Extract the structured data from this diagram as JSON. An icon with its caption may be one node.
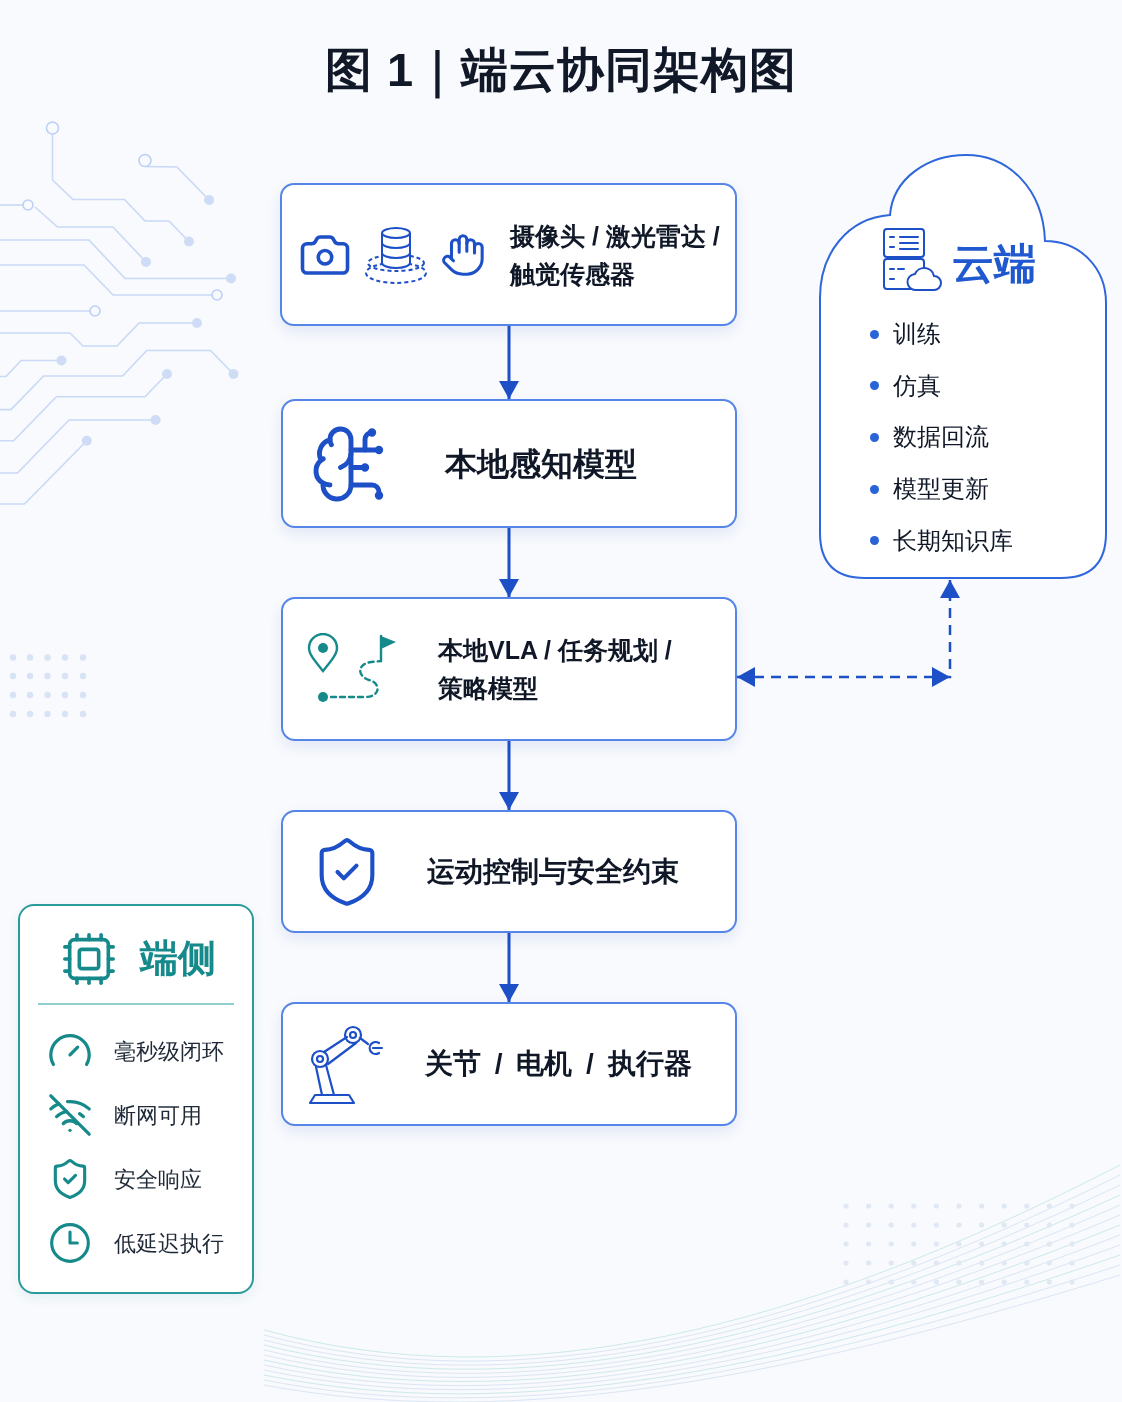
{
  "diagram": {
    "title": "图 1｜端云协同架构图",
    "nodes": [
      {
        "text": [
          "摄像头 / 激光雷达 / 触觉传感器"
        ]
      },
      {
        "text": [
          "本地感知模型"
        ]
      },
      {
        "text": [
          "本地VLA / 任务规划 / 策略模型"
        ]
      },
      {
        "text": [
          "运动控制与安全约束"
        ]
      },
      {
        "text": [
          "关节 / 电机 / 执行器"
        ]
      },
      {
        "text": [
          "云端",
          "训练",
          "仿真",
          "数据回流",
          "模型更新",
          "长期知识库"
        ]
      },
      {
        "text": [
          "端侧",
          "毫秒级闭环",
          "断网可用",
          "安全响应",
          "低延迟执行"
        ]
      }
    ],
    "edges": [
      {
        "from": 0,
        "to": 1,
        "arrow": "to"
      },
      {
        "from": 1,
        "to": 2,
        "arrow": "to"
      },
      {
        "from": 2,
        "to": 3,
        "arrow": "to"
      },
      {
        "from": 3,
        "to": 4,
        "arrow": "to"
      },
      {
        "from": 2,
        "to": 5,
        "arrow": "both",
        "style": "dashed"
      }
    ]
  }
}
